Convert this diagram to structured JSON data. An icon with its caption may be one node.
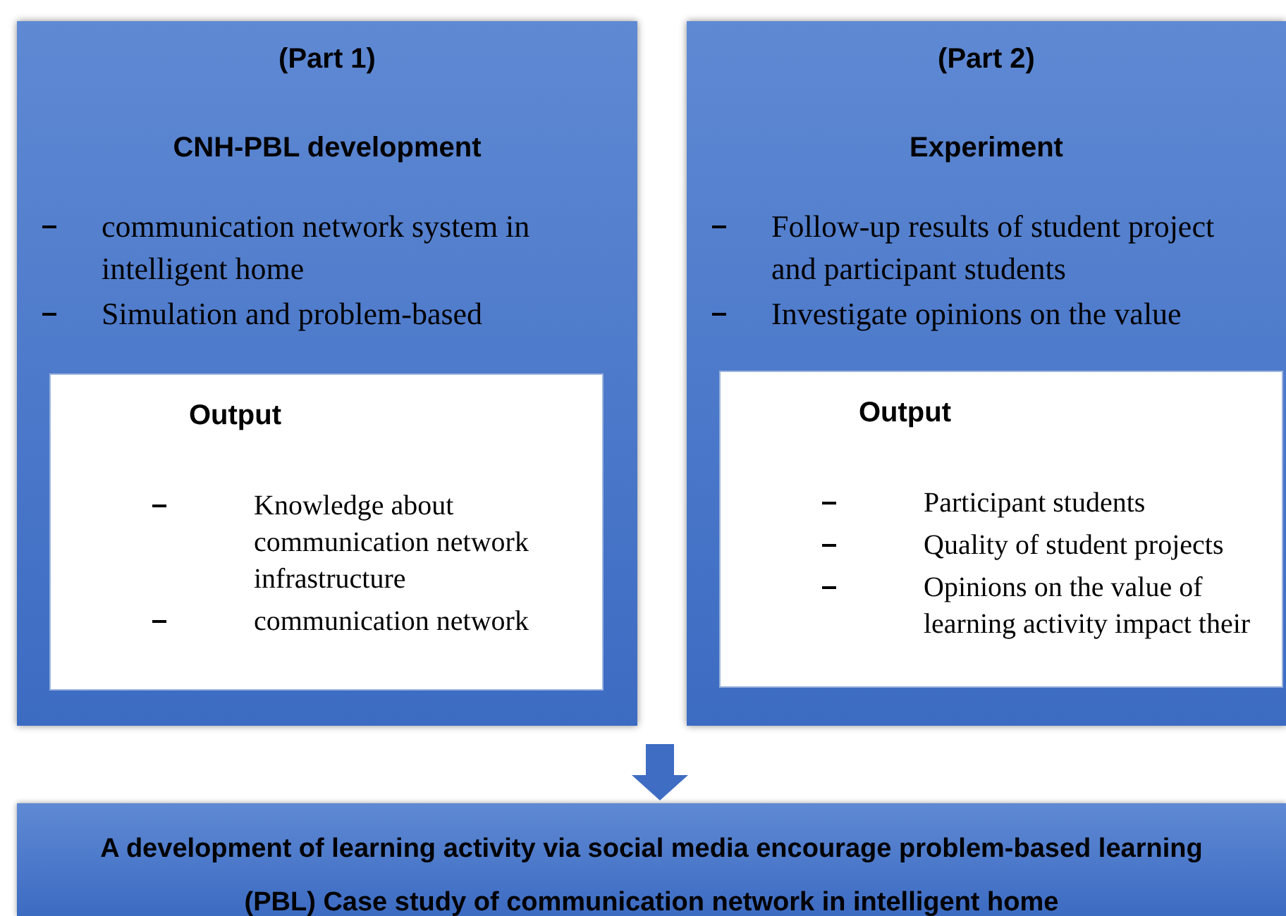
{
  "diagram": {
    "nodes": [
      {
        "text": [
          "(Part 1)",
          "CNH-PBL development",
          "communication network system in intelligent home",
          "Simulation and problem-based"
        ]
      },
      {
        "text": [
          "Output",
          "Knowledge about communication network infrastructure",
          "communication network"
        ],
        "in": 0
      },
      {
        "text": [
          "(Part 2)",
          "Experiment",
          "Follow-up results of student project and participant students",
          "Investigate opinions on the value"
        ]
      },
      {
        "text": [
          "Output",
          "Participant students",
          "Quality of student projects",
          "Opinions on the value of learning activity impact their"
        ],
        "in": 2
      },
      {
        "text": [
          "A development of learning activity via social media encourage problem-based learning (PBL) Case study of communication network in intelligent home"
        ]
      }
    ],
    "edges": [
      {
        "from": null,
        "to": 4,
        "arrow": "to"
      }
    ]
  }
}
